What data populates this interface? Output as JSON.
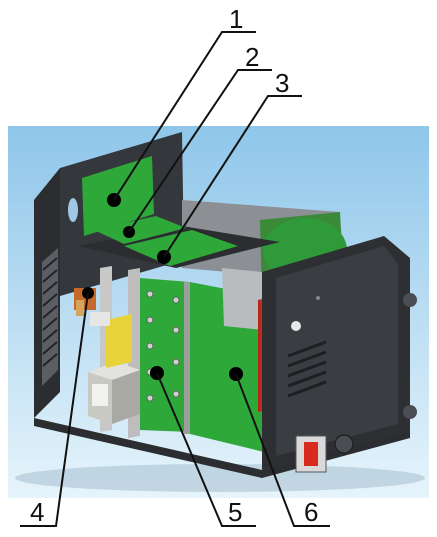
{
  "callouts": [
    {
      "label": "1"
    },
    {
      "label": "2"
    },
    {
      "label": "3"
    },
    {
      "label": "4"
    },
    {
      "label": "5"
    },
    {
      "label": "6"
    }
  ],
  "colors": {
    "sky_top": "#8fc6ea",
    "sky_bottom": "#d9eef9",
    "cabinet": "#2f3134",
    "board": "#2fa83a",
    "fan": "#e23b2e",
    "transformer": "#c9c9c4",
    "warning_yellow": "#e8d23a",
    "switch_red": "#d62b1e",
    "line": "#111111"
  }
}
